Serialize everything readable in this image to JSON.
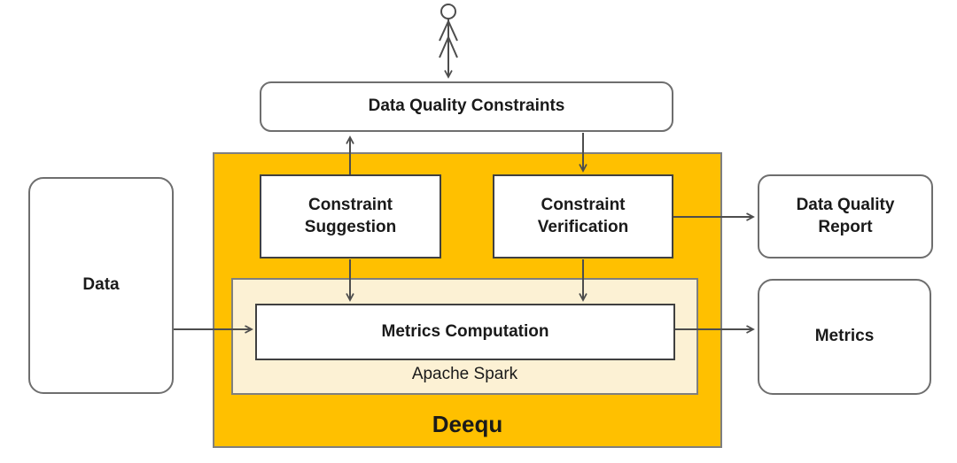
{
  "nodes": {
    "data_quality_constraints": {
      "label": "Data Quality Constraints"
    },
    "constraint_suggestion": {
      "label": "Constraint Suggestion"
    },
    "constraint_verification": {
      "label": "Constraint Verification"
    },
    "metrics_computation": {
      "label": "Metrics Computation"
    },
    "apache_spark": {
      "label": "Apache Spark"
    },
    "deequ": {
      "label": "Deequ"
    },
    "data": {
      "label": "Data"
    },
    "data_quality_report": {
      "label": "Data Quality Report"
    },
    "metrics": {
      "label": "Metrics"
    },
    "user_actor": {
      "icon": "stick-figure-actor"
    }
  },
  "edges": [
    {
      "from": "user-actor",
      "to": "data-quality-constraints",
      "arrow": "down"
    },
    {
      "from": "constraint-suggestion",
      "to": "data-quality-constraints",
      "arrow": "up"
    },
    {
      "from": "data-quality-constraints",
      "to": "constraint-verification",
      "arrow": "down"
    },
    {
      "from": "constraint-suggestion",
      "to": "metrics-computation",
      "arrow": "down"
    },
    {
      "from": "constraint-verification",
      "to": "metrics-computation",
      "arrow": "down"
    },
    {
      "from": "data",
      "to": "metrics-computation",
      "arrow": "right"
    },
    {
      "from": "constraint-verification",
      "to": "data-quality-report",
      "arrow": "right"
    },
    {
      "from": "metrics-computation",
      "to": "metrics",
      "arrow": "right"
    }
  ],
  "colors": {
    "deequ_fill": "#FFC000",
    "spark_fill": "#FCF1D4",
    "box_fill": "#FFFFFF",
    "border_dark": "#404040",
    "border_gray": "#7F7F7F",
    "border_rounded": "#6E6E6E",
    "arrow": "#4D4D4D",
    "text": "#1A1A1A",
    "bg": "#FFFFFF"
  }
}
